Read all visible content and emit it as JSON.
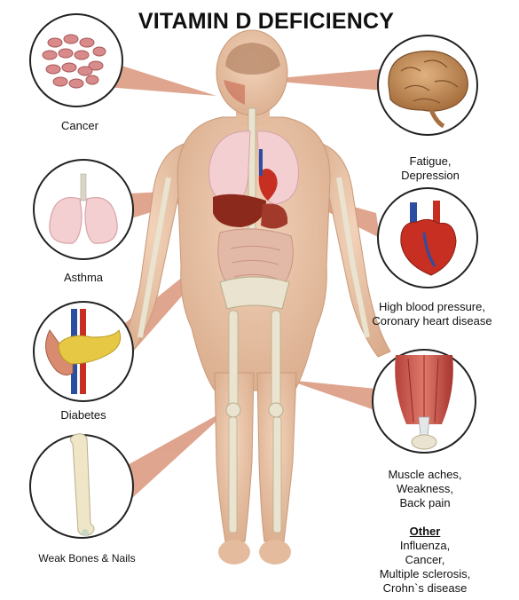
{
  "title": "VITAMIN D DEFICIENCY",
  "conditions_left": [
    {
      "label": "Cancer",
      "icon": "cancer-cells-icon"
    },
    {
      "label": "Asthma",
      "icon": "lungs-icon"
    },
    {
      "label": "Diabetes",
      "icon": "pancreas-icon"
    },
    {
      "label": "Weak Bones & Nails",
      "icon": "femur-bone-icon"
    }
  ],
  "conditions_right": [
    {
      "label_line1": "Fatigue,",
      "label_line2": "Depression",
      "icon": "brain-icon"
    },
    {
      "label_line1": "High blood pressure,",
      "label_line2": "Coronary heart disease",
      "icon": "heart-icon"
    },
    {
      "label_line1": "Muscle aches,",
      "label_line2": "Weakness,",
      "label_line3": "Back pain",
      "icon": "muscle-knee-icon"
    }
  ],
  "other": {
    "heading": "Other",
    "items": [
      "Influenza,",
      "Cancer,",
      "Multiple sclerosis,",
      "Crohn`s disease"
    ]
  },
  "colors": {
    "skin": "#e8c3a5",
    "callout": "#d9957a",
    "bone": "#e9e3cf",
    "lung": "#f3cfd1",
    "liver": "#8b2a1c",
    "heart": "#c62f22",
    "vessel_blue": "#2c4ea0",
    "circle_border": "#222222"
  }
}
